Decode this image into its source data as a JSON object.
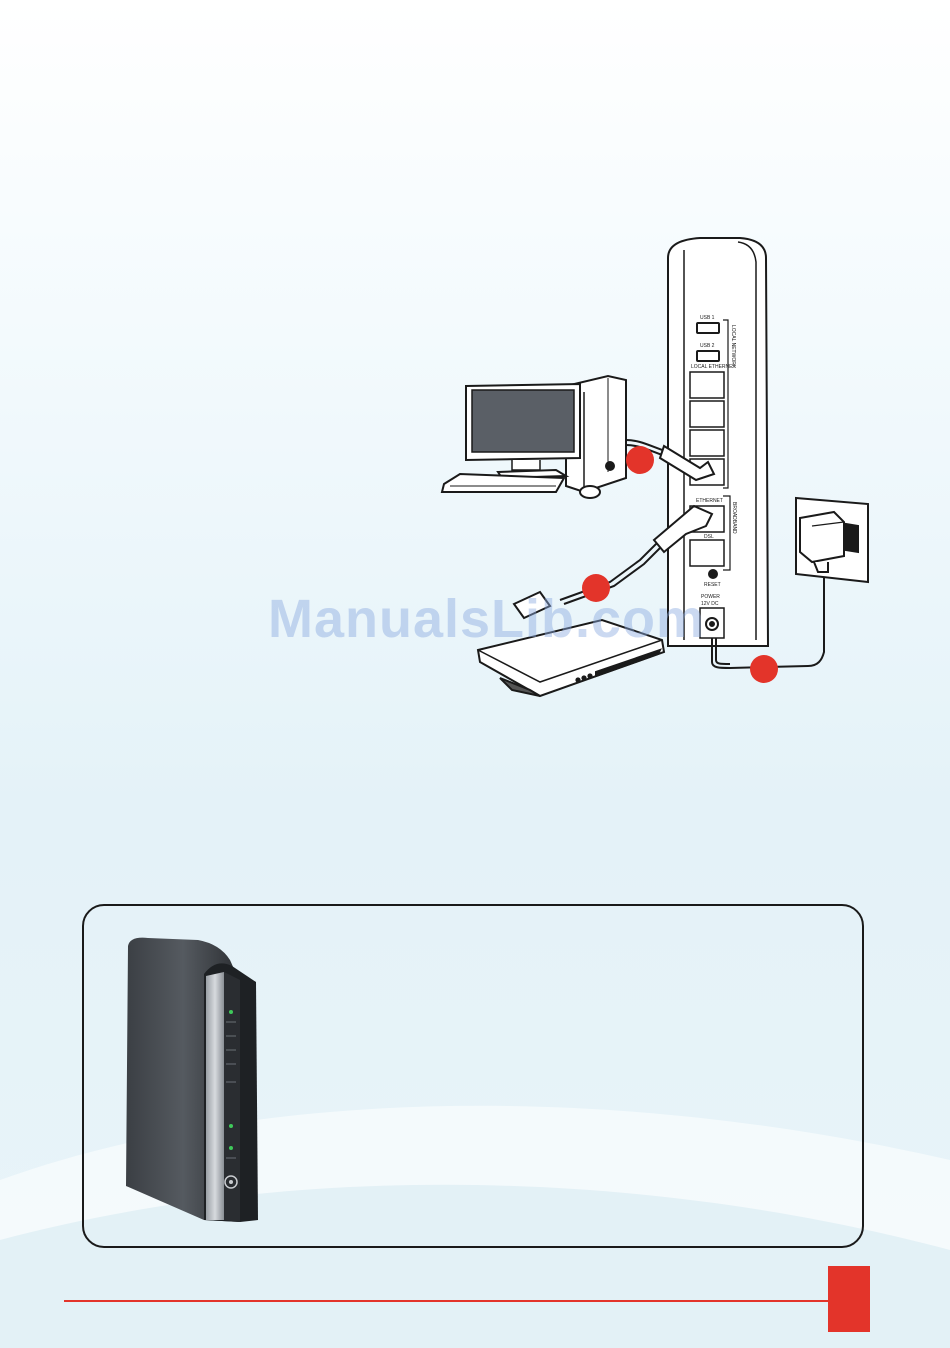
{
  "watermark": "ManualsLib.com",
  "router_labels": {
    "usb1": "USB 1",
    "usb2": "USB 2",
    "local_network": "LOCAL NETWORK",
    "local_ethernet": "LOCAL ETHERNET",
    "ethernet": "ETHERNET",
    "broadband": "BROADBAND",
    "dsl": "DSL",
    "reset": "RESET",
    "power": "POWER",
    "power_spec": "12V DC"
  },
  "colors": {
    "accent_red": "#e3342a",
    "box_border": "#1a1a1a"
  }
}
